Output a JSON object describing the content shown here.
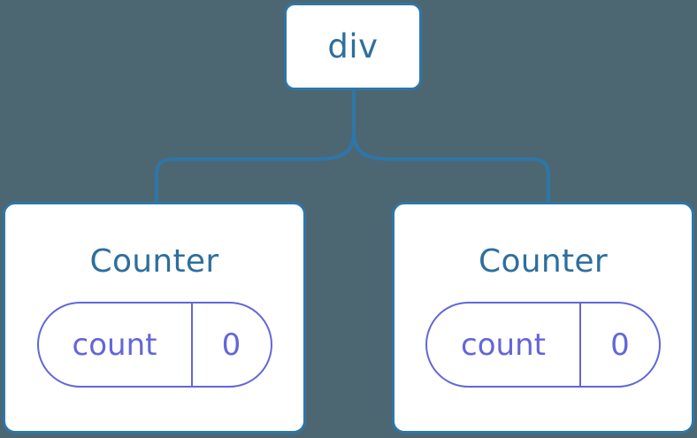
{
  "diagram": {
    "type": "component-tree",
    "background_color": "#4C6772",
    "node_fill": "#FFFFFF",
    "node_border_color": "#2E76A8",
    "node_text_color": "#2D6F9E",
    "state_accent_color": "#6366D8",
    "connector_color": "#2E76A8",
    "root": {
      "label": "div"
    },
    "children": [
      {
        "title": "Counter",
        "state": {
          "key": "count",
          "value": "0"
        }
      },
      {
        "title": "Counter",
        "state": {
          "key": "count",
          "value": "0"
        }
      }
    ]
  }
}
